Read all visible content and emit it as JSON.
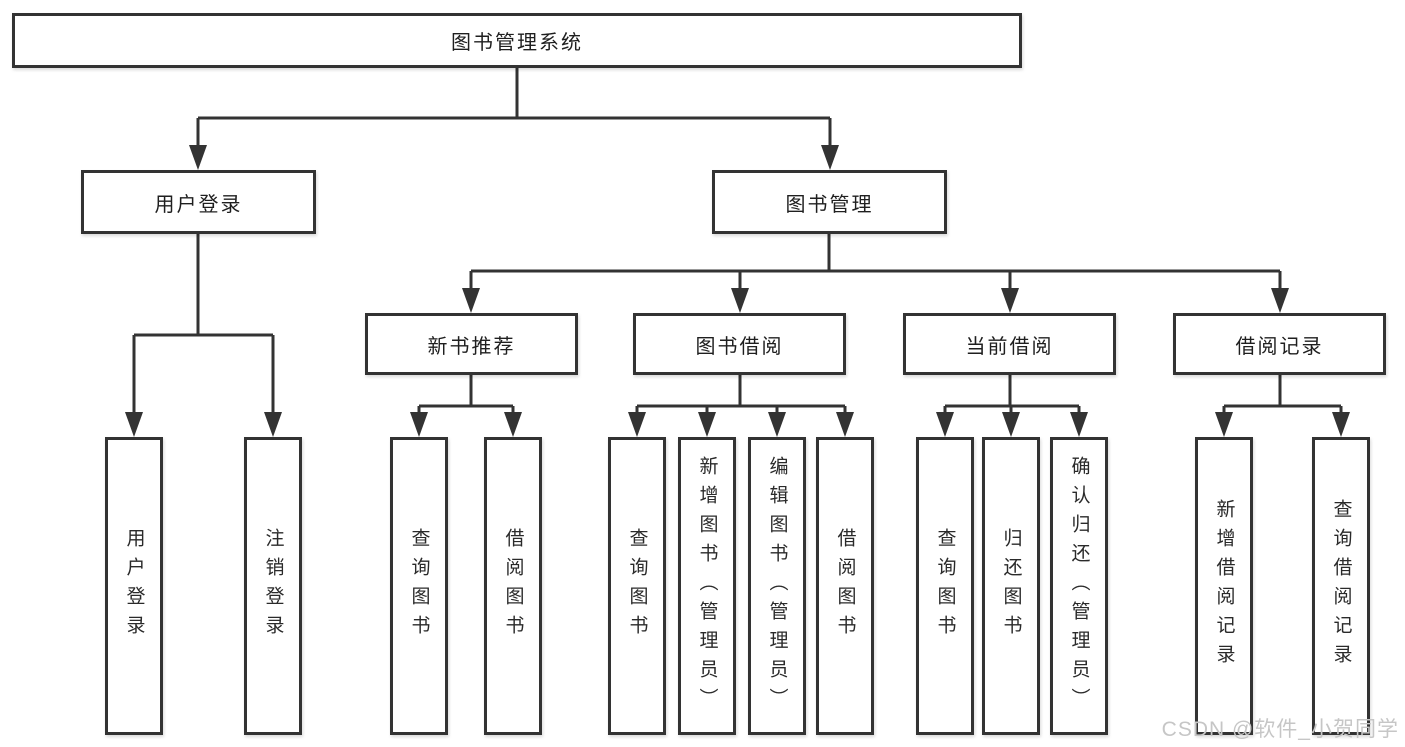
{
  "tree": {
    "root": "图书管理系统",
    "branches": [
      {
        "label": "用户登录",
        "children": [
          "用户登录",
          "注销登录"
        ]
      },
      {
        "label": "图书管理",
        "groups": [
          {
            "label": "新书推荐",
            "children": [
              "查询图书",
              "借阅图书"
            ]
          },
          {
            "label": "图书借阅",
            "children": [
              "查询图书",
              "新增图书（管理员）",
              "编辑图书（管理员）",
              "借阅图书"
            ]
          },
          {
            "label": "当前借阅",
            "children": [
              "查询图书",
              "归还图书",
              "确认归还（管理员）"
            ]
          },
          {
            "label": "借阅记录",
            "children": [
              "新增借阅记录",
              "查询借阅记录"
            ]
          }
        ]
      }
    ]
  },
  "watermark": "CSDN @软件_小贺同学",
  "colors": {
    "line": "#333333",
    "box_border": "#333333",
    "text": "#1f1f1f",
    "watermark": "#c6c6c6",
    "background": "#ffffff"
  }
}
